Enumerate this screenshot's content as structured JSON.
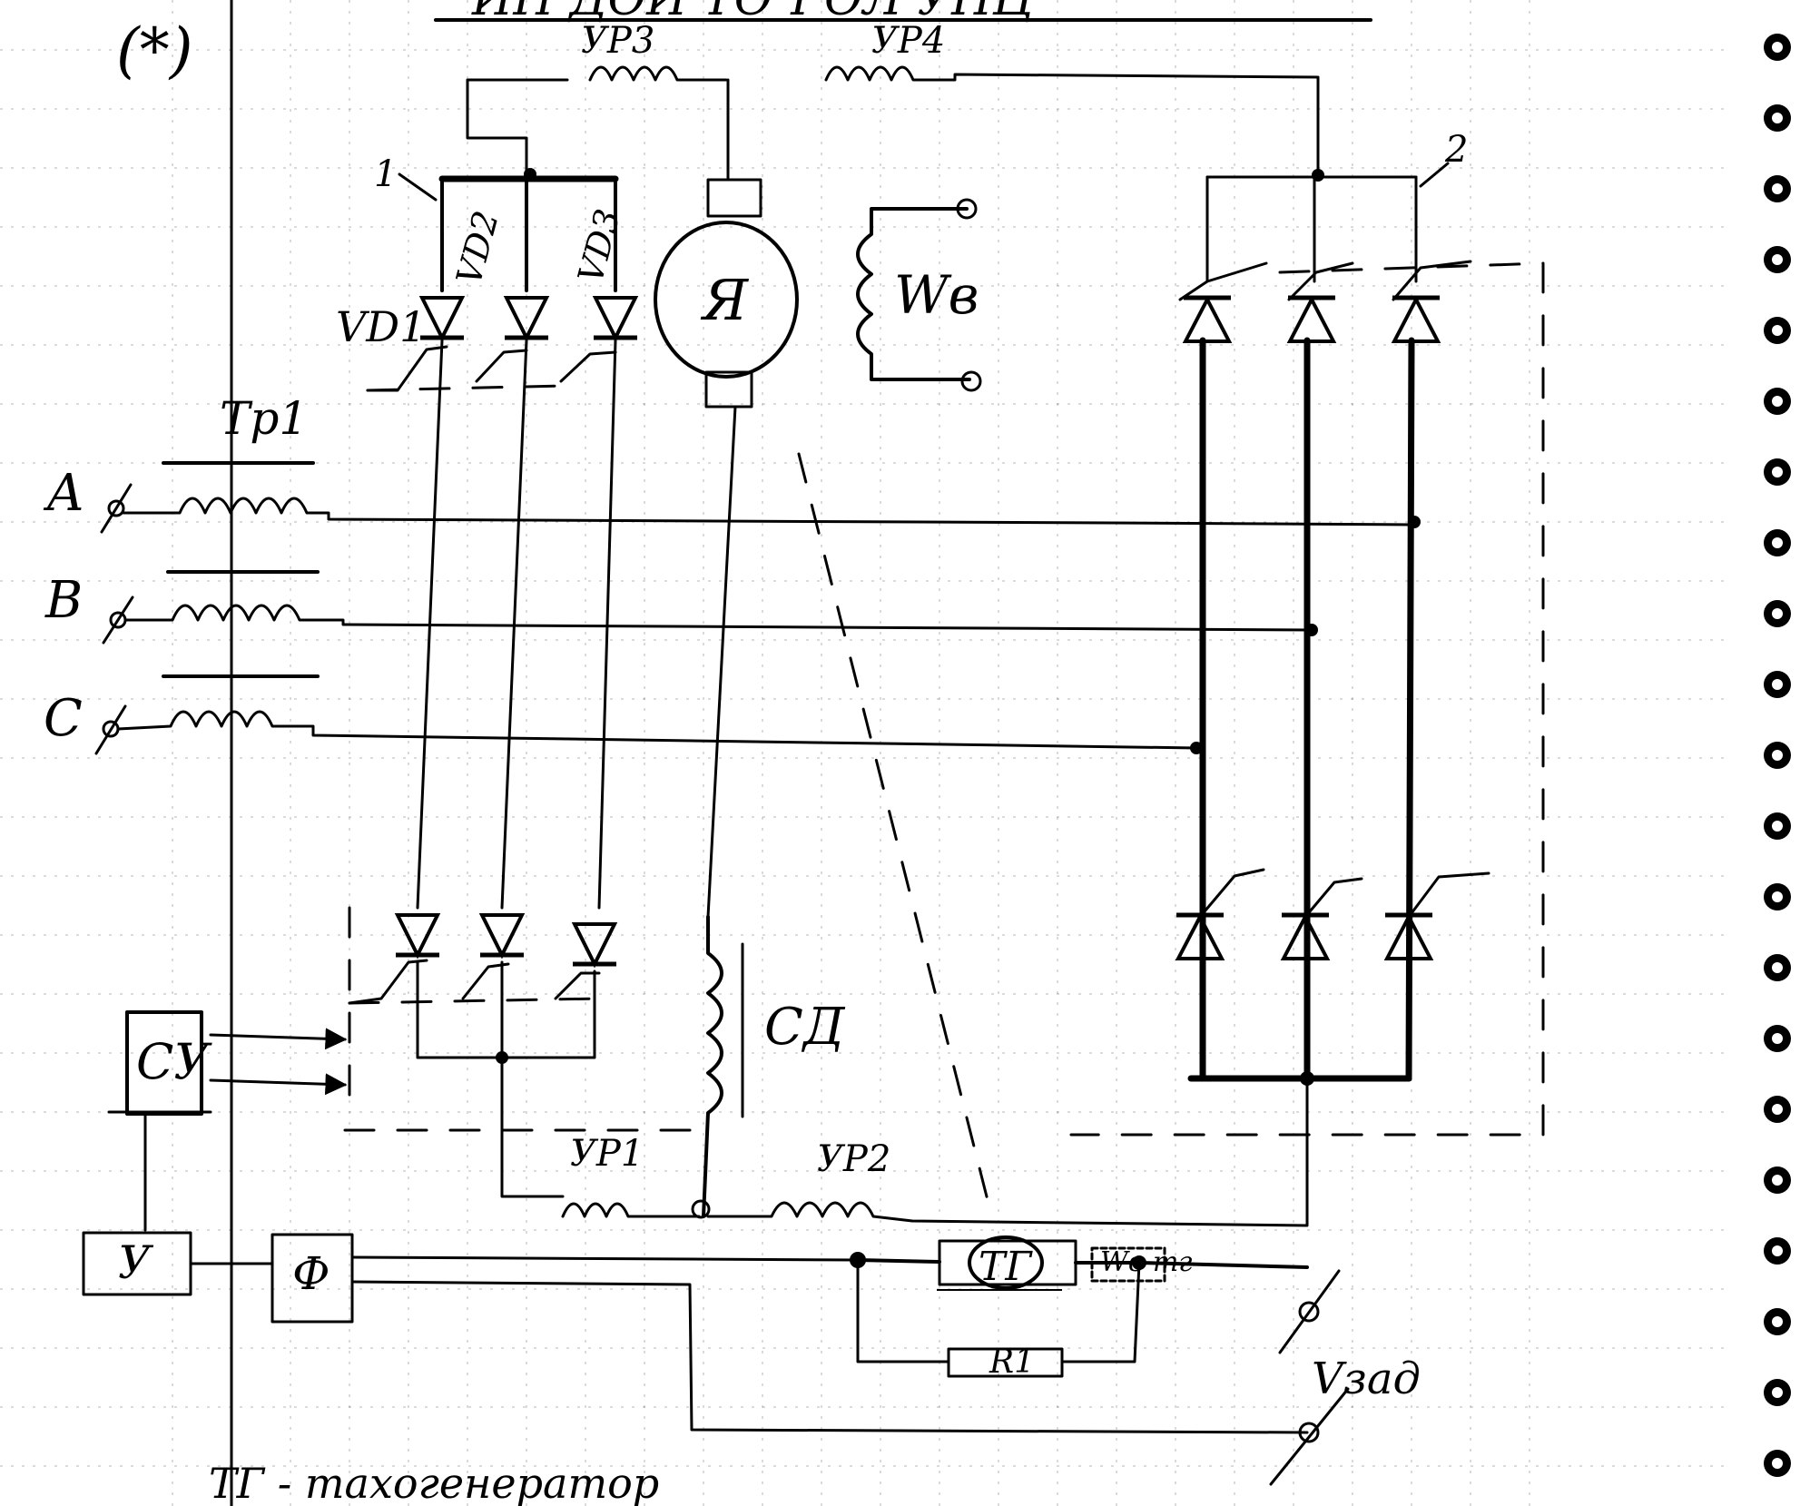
{
  "header": {
    "figure_mark": "(*)",
    "top_text": "ИН ДОИ ТОЧ ОЛ УНЦ",
    "bottom_text": "ТГ - тахогенератор"
  },
  "supply": {
    "phase_a": "A",
    "phase_b": "B",
    "phase_c": "C",
    "transformer": "Тр1"
  },
  "converter": {
    "group_1_mark": "1",
    "group_2_mark": "2",
    "thyristors": [
      "VD1",
      "VD2",
      "VD3"
    ]
  },
  "machine": {
    "motor": "Я",
    "field_winding": "Wв",
    "smoothing_choke": "СД"
  },
  "reactors": {
    "ur1": "УР1",
    "ur2": "УР2",
    "ur3": "УР3",
    "ur4": "УР4"
  },
  "control": {
    "phase_shifter": "СУ",
    "amplifier": "У",
    "filter": "Ф",
    "tachogenerator": "ТГ",
    "tacho_field": "Wв тг",
    "resistor": "R1",
    "reference_voltage": "Vзад"
  },
  "colors": {
    "ink": "#000000",
    "paper": "#ffffff"
  }
}
